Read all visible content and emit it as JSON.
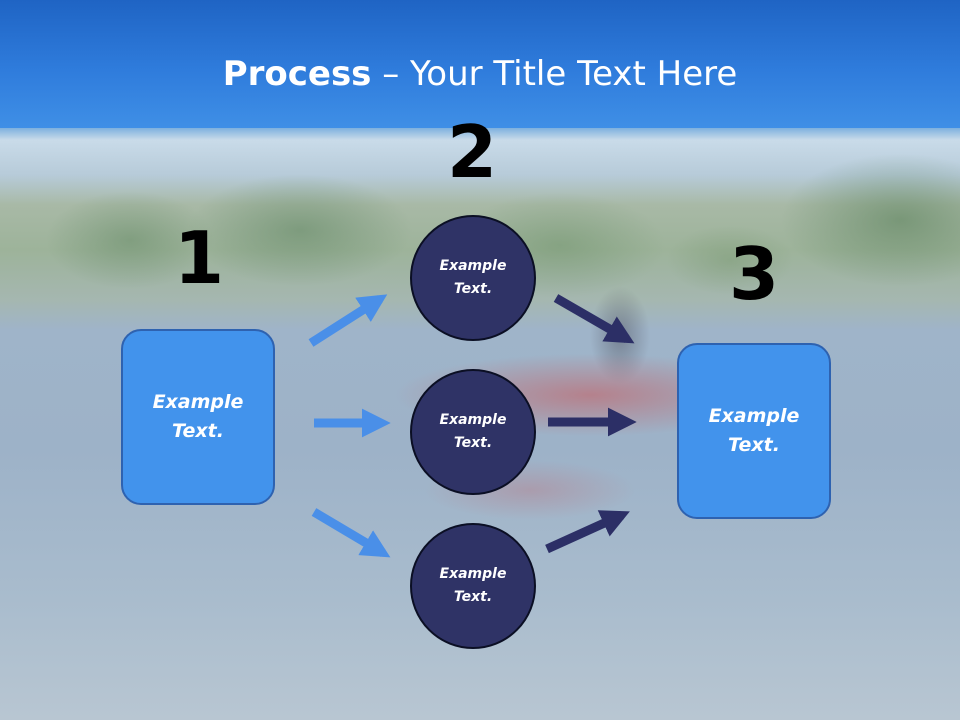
{
  "title": {
    "bold": "Process",
    "rest": " – Your Title Text Here"
  },
  "steps": [
    {
      "number": "1"
    },
    {
      "number": "2"
    },
    {
      "number": "3"
    }
  ],
  "boxes": {
    "left": {
      "text": "Example Text."
    },
    "right": {
      "text": "Example Text."
    }
  },
  "circles": [
    {
      "text": "Example Text."
    },
    {
      "text": "Example Text."
    },
    {
      "text": "Example Text."
    }
  ],
  "colors": {
    "header_blue": "#2f7cdc",
    "box_fill": "#4293ec",
    "box_border": "#2e62b0",
    "circle_fill": "#2f3366",
    "arrow_light": "#4a8fe8",
    "arrow_dark": "#2c2f66"
  },
  "background": {
    "icon": "lake-kayak-photo"
  }
}
